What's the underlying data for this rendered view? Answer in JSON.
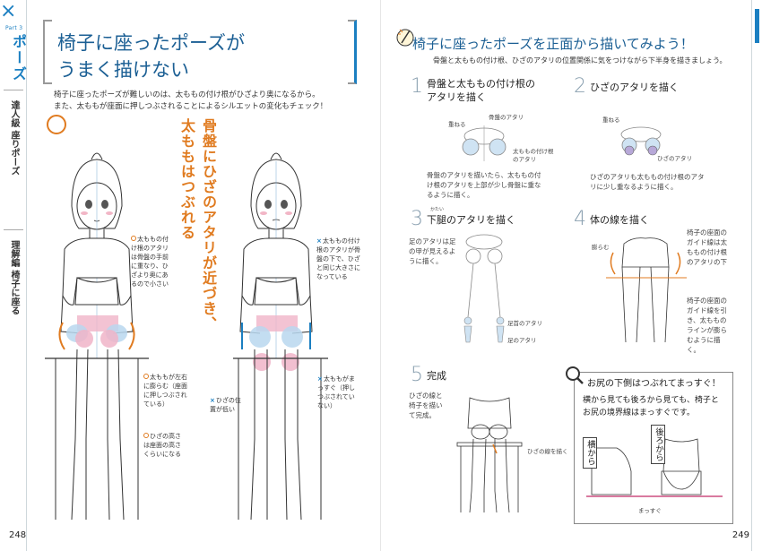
{
  "left_page": {
    "part_label": "Part 3",
    "section_tab": "ポーズ",
    "sub_tab_1": "達人級 座りポーズ",
    "sub_tab_2": "理解編 椅子に座る",
    "title_line1": "椅子に座ったポーズが",
    "title_line2": "うまく描けない",
    "intro_line1": "椅子に座ったポーズが難しいのは、太ももの付け根がひざより奥になるから。",
    "intro_line2": "また、太ももが座面に押しつぶされることによるシルエットの変化もチェック！",
    "good_mark": "○",
    "bad_mark": "×",
    "callout_col1": "骨盤にひざのアタリが近づき、",
    "callout_col2": "太ももはつぶれる",
    "good_notes": [
      "太ももの付け根のアタリは骨盤の手前に重なり、ひざより奥にあるので小さい",
      "太ももが左右に膨らむ（座面に押しつぶされている）",
      "ひざの高さは座面の高さくらいになる"
    ],
    "bad_notes": [
      "太ももの付け根のアタリが骨盤の下で、ひざと同じ大きさになっている",
      "太ももがまっすぐ（押しつぶされていない）",
      "ひざの位置が低い"
    ],
    "page_number": "248"
  },
  "right_page": {
    "heading": "椅子に座ったポーズを正面から描いてみよう！",
    "subheading": "骨盤と太ももの付け根、ひざのアタリの位置関係に気をつけながら下半身を描きましょう。",
    "steps": [
      {
        "num": "1",
        "title_line1": "骨盤と太ももの付け根の",
        "title_line2": "アタリを描く",
        "labels": [
          "重ねる",
          "骨盤のアタリ",
          "太ももの付け根",
          "のアタリ"
        ],
        "desc": "骨盤のアタリを描いたら、太ももの付け根のアタリを上部が少し骨盤に重なるように描く。"
      },
      {
        "num": "2",
        "title_line1": "ひざのアタリを描く",
        "title_line2": "",
        "labels": [
          "重ねる",
          "ひざのアタリ"
        ],
        "desc": "ひざのアタリも太ももの付け根のアタリに少し重なるように描く。"
      },
      {
        "num": "3",
        "title_line1": "下腿のアタリを描く",
        "title_line2": "",
        "ruby": "かたい",
        "labels": [
          "足首のアタリ",
          "足のアタリ"
        ],
        "desc": "足のアタリは足の甲が見えるように描く。"
      },
      {
        "num": "4",
        "title_line1": "体の線を描く",
        "title_line2": "",
        "labels": [
          "膨らむ"
        ],
        "desc": "椅子の座面のガイド線は太ももの付け根のアタリの下",
        "desc2": "椅子の座面のガイド線を引き、太もものラインが膨らむように描く。"
      },
      {
        "num": "5",
        "title_line1": "完成",
        "title_line2": "",
        "labels": [
          "ひざの線を描く"
        ],
        "desc": "ひざの線と椅子を描いて完成。"
      }
    ],
    "tip_title": "お尻の下側はつぶれてまっすぐ！",
    "tip_text": "横から見ても後ろから見ても、椅子とお尻の境界線はまっすぐです。",
    "tip_label_side": "横から",
    "tip_label_back": "後ろから",
    "tip_label_straight": "まっすぐ",
    "page_number": "249"
  },
  "colors": {
    "accent_blue": "#1b7fc1",
    "accent_orange": "#e07b20",
    "pink": "#e8a0b8",
    "atari_blue": "#a8cde8"
  }
}
